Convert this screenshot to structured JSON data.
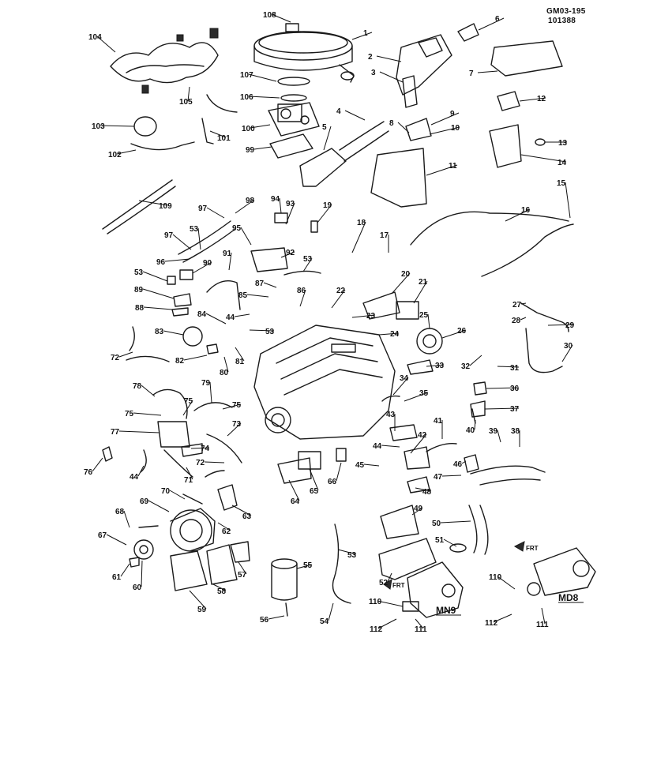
{
  "header": {
    "code": "GM03-195",
    "date": "101388"
  },
  "variants": [
    "MN9",
    "MD8"
  ],
  "arrow_label": "FRT",
  "callouts": [
    {
      "n": "108"
    },
    {
      "n": "1"
    },
    {
      "n": "104"
    },
    {
      "n": "6"
    },
    {
      "n": "2"
    },
    {
      "n": "7"
    },
    {
      "n": "3"
    },
    {
      "n": "107"
    },
    {
      "n": "106"
    },
    {
      "n": "105"
    },
    {
      "n": "12"
    },
    {
      "n": "9"
    },
    {
      "n": "8"
    },
    {
      "n": "10"
    },
    {
      "n": "4"
    },
    {
      "n": "103"
    },
    {
      "n": "100"
    },
    {
      "n": "5"
    },
    {
      "n": "101"
    },
    {
      "n": "13"
    },
    {
      "n": "102"
    },
    {
      "n": "99"
    },
    {
      "n": "14"
    },
    {
      "n": "11"
    },
    {
      "n": "15"
    },
    {
      "n": "109"
    },
    {
      "n": "16"
    },
    {
      "n": "94"
    },
    {
      "n": "98"
    },
    {
      "n": "97"
    },
    {
      "n": "93"
    },
    {
      "n": "19"
    },
    {
      "n": "18"
    },
    {
      "n": "53"
    },
    {
      "n": "95"
    },
    {
      "n": "97"
    },
    {
      "n": "17"
    },
    {
      "n": "92"
    },
    {
      "n": "91"
    },
    {
      "n": "53"
    },
    {
      "n": "96"
    },
    {
      "n": "90"
    },
    {
      "n": "53"
    },
    {
      "n": "20"
    },
    {
      "n": "87"
    },
    {
      "n": "21"
    },
    {
      "n": "89"
    },
    {
      "n": "85"
    },
    {
      "n": "86"
    },
    {
      "n": "22"
    },
    {
      "n": "27"
    },
    {
      "n": "88"
    },
    {
      "n": "84"
    },
    {
      "n": "44"
    },
    {
      "n": "23"
    },
    {
      "n": "28"
    },
    {
      "n": "29"
    },
    {
      "n": "25"
    },
    {
      "n": "53"
    },
    {
      "n": "83"
    },
    {
      "n": "26"
    },
    {
      "n": "24"
    },
    {
      "n": "72"
    },
    {
      "n": "82"
    },
    {
      "n": "81"
    },
    {
      "n": "80"
    },
    {
      "n": "30"
    },
    {
      "n": "32"
    },
    {
      "n": "33"
    },
    {
      "n": "31"
    },
    {
      "n": "34"
    },
    {
      "n": "78"
    },
    {
      "n": "79"
    },
    {
      "n": "35"
    },
    {
      "n": "36"
    },
    {
      "n": "75"
    },
    {
      "n": "75"
    },
    {
      "n": "75"
    },
    {
      "n": "37"
    },
    {
      "n": "43"
    },
    {
      "n": "41"
    },
    {
      "n": "77"
    },
    {
      "n": "73"
    },
    {
      "n": "40"
    },
    {
      "n": "39"
    },
    {
      "n": "38"
    },
    {
      "n": "74"
    },
    {
      "n": "44"
    },
    {
      "n": "42"
    },
    {
      "n": "72"
    },
    {
      "n": "76"
    },
    {
      "n": "46"
    },
    {
      "n": "45"
    },
    {
      "n": "66"
    },
    {
      "n": "44"
    },
    {
      "n": "71"
    },
    {
      "n": "47"
    },
    {
      "n": "65"
    },
    {
      "n": "48"
    },
    {
      "n": "64"
    },
    {
      "n": "70"
    },
    {
      "n": "63"
    },
    {
      "n": "69"
    },
    {
      "n": "49"
    },
    {
      "n": "62"
    },
    {
      "n": "68"
    },
    {
      "n": "50"
    },
    {
      "n": "67"
    },
    {
      "n": "51"
    },
    {
      "n": "55"
    },
    {
      "n": "53"
    },
    {
      "n": "57"
    },
    {
      "n": "61"
    },
    {
      "n": "60"
    },
    {
      "n": "52"
    },
    {
      "n": "58"
    },
    {
      "n": "110"
    },
    {
      "n": "110"
    },
    {
      "n": "59"
    },
    {
      "n": "56"
    },
    {
      "n": "54"
    },
    {
      "n": "112"
    },
    {
      "n": "111"
    },
    {
      "n": "112"
    },
    {
      "n": "111"
    }
  ]
}
